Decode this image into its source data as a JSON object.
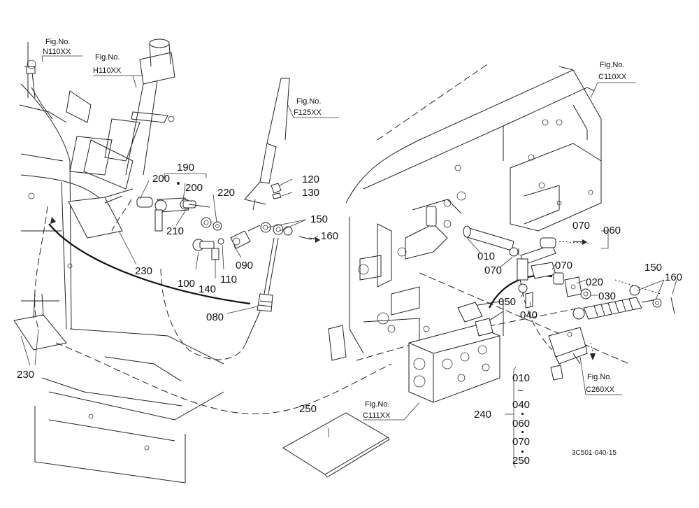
{
  "fig_refs": {
    "n110": {
      "prefix": "Fig.No.",
      "code": "N110XX"
    },
    "h110": {
      "prefix": "Fig.No.",
      "code": "H110XX"
    },
    "f125": {
      "prefix": "Fig.No.",
      "code": "F125XX"
    },
    "c110": {
      "prefix": "Fig.No.",
      "code": "C110XX"
    },
    "c260": {
      "prefix": "Fig.No.",
      "code": "C260XX"
    },
    "c111": {
      "prefix": "Fig.No.",
      "code": "C111XX"
    }
  },
  "callouts": {
    "p190": "190",
    "p200a": "200",
    "p200b": "200",
    "p220": "220",
    "p120": "120",
    "p130": "130",
    "p150a": "150",
    "p160a": "160",
    "p210": "210",
    "p090": "090",
    "p100": "100",
    "p140": "140",
    "p110": "110",
    "p230a": "230",
    "p080": "080",
    "p230b": "230",
    "p070a": "070",
    "p060": "060",
    "p010": "010",
    "p070b": "070",
    "p070c": "070",
    "p020": "020",
    "p030": "030",
    "p150b": "150",
    "p160b": "160",
    "p050": "050",
    "p040": "040",
    "p250": "250",
    "p240": "240"
  },
  "kit_list": [
    "010",
    "~",
    "040",
    "・",
    "060",
    "・",
    "070",
    "・",
    "250"
  ],
  "drawing_code": "3C501-040-15"
}
